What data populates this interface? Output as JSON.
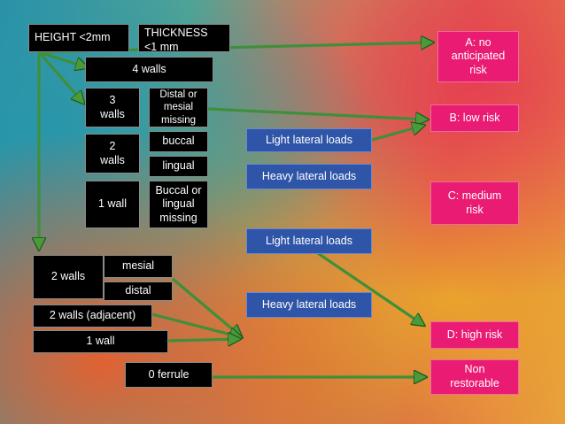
{
  "nodes": {
    "height": "HEIGHT <2mm",
    "thickness": "THICKNESS\n<1 mm",
    "four_walls": "4 walls",
    "three_walls": "3\nwalls",
    "distal_mesial_missing": "Distal or\nmesial\nmissing",
    "two_walls_a": "2\nwalls",
    "buccal": "buccal",
    "lingual": "lingual",
    "one_wall_a": "1 wall",
    "buccal_lingual_missing": "Buccal or\nlingual\nmissing",
    "two_walls_b": "2 walls",
    "mesial": "mesial",
    "distal": "distal",
    "two_walls_adjacent": "2 walls (adjacent)",
    "one_wall_b": "1 wall",
    "zero_ferrule": "0 ferrule"
  },
  "loads": {
    "light_1": "Light lateral loads",
    "heavy_1": "Heavy lateral loads",
    "light_2": "Light lateral loads",
    "heavy_2": "Heavy lateral loads"
  },
  "risks": {
    "a": "A: no\nanticipated\nrisk",
    "b": "B: low risk",
    "c": "C: medium\nrisk",
    "d": "D: high risk",
    "non": "Non\nrestorable"
  },
  "colors": {
    "node_fill": "#000000",
    "load_fill": "#2f55a8",
    "risk_fill": "#ea1b72",
    "arrow": "#3a8a3a"
  }
}
